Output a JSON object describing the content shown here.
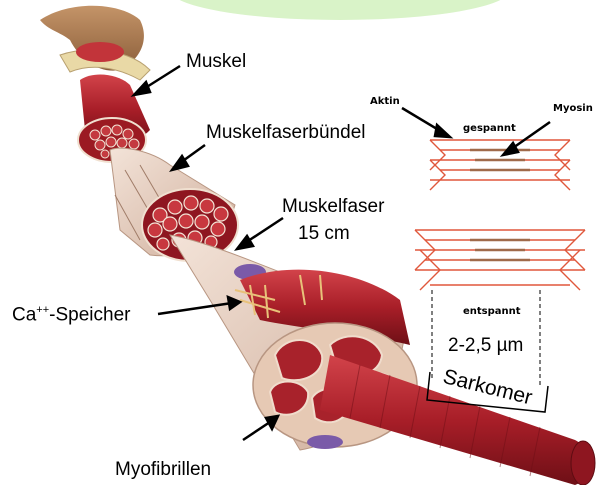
{
  "labels": {
    "muskel": "Muskel",
    "muskelfaserbuendel": "Muskelfaserbündel",
    "muskelfaser": "Muskelfaser",
    "laenge": "15 cm",
    "ca_prefix": "Ca",
    "ca_sup": "++",
    "ca_suffix": "-Speicher",
    "myofibrillen": "Myofibrillen",
    "aktin": "Aktin",
    "myosin": "Myosin",
    "gespannt": "gespannt",
    "entspannt": "entspannt",
    "laenge_sarkomer": "2-2,5 µm",
    "sarkomer": "Sarkomer"
  },
  "colors": {
    "muscle_red": "#b3222a",
    "muscle_dark": "#7a1118",
    "sheath": "#e8cfc0",
    "sheath_dark": "#c9a996",
    "filament": "#e0573c",
    "bone": "#e9d9a6",
    "highlight": "#d9f3c8"
  }
}
